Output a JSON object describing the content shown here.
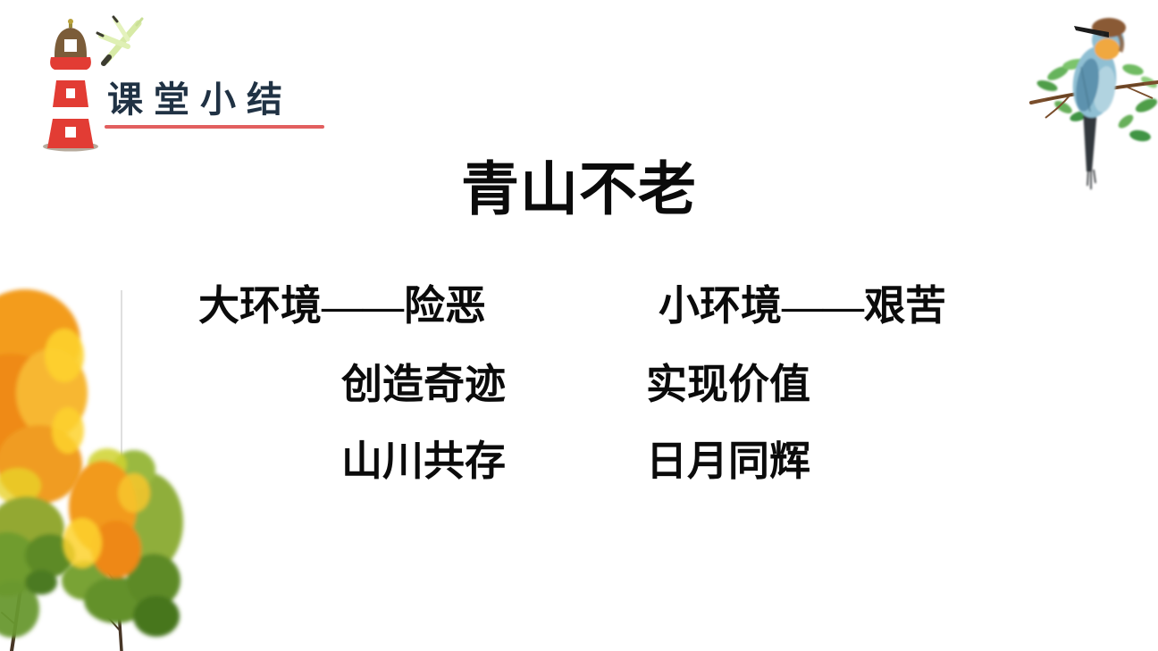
{
  "slide": {
    "background_color": "#ffffff",
    "header": {
      "label": "课堂小结",
      "text_color": "#203244",
      "underline_color": "#e25f5f"
    },
    "title": {
      "text": "青山不老",
      "color": "#0b0b0b"
    },
    "points": [
      {
        "left": "大环境——险恶",
        "right": "小环境——艰苦"
      },
      {
        "left": "创造奇迹",
        "right": "实现价值"
      },
      {
        "left": "山川共存",
        "right": "日月同辉"
      }
    ],
    "body_text_color": "#0b0b0b",
    "decorations": [
      {
        "name": "lighthouse-icon",
        "description": "red and white striped lighthouse with brown dome"
      },
      {
        "name": "dragonfly-icon",
        "description": "light green dragonfly"
      },
      {
        "name": "bird-on-branch-illustration",
        "description": "watercolor blue bird with brown cap and orange throat perched on leafy branch"
      },
      {
        "name": "autumn-trees-illustration",
        "description": "two watercolor autumn trees, orange tops and green lower foliage"
      }
    ],
    "accent_colors": {
      "lighthouse_red": "#e23c34",
      "lighthouse_brown": "#7b5c39",
      "foliage_orange": "#f29a1e",
      "foliage_green": "#6f9c2f",
      "bird_blue": "#8fbfd3"
    }
  }
}
